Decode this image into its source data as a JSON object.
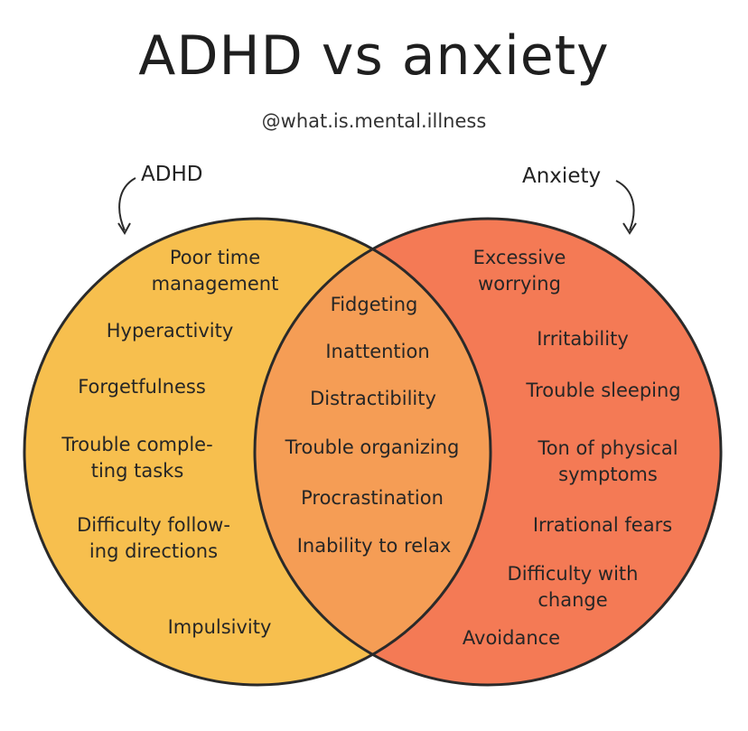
{
  "title": "ADHD vs anxiety",
  "handle": "@what.is.mental.illness",
  "colors": {
    "adhd": "#f7bf4e",
    "anxiety": "#f47a55",
    "overlap": "#f59d55",
    "outline": "#2a2a2a"
  },
  "sets": {
    "adhd": {
      "label": "ADHD",
      "items": [
        "Poor time\nmanagement",
        "Hyperactivity",
        "Forgetfulness",
        "Trouble comple-\nting tasks",
        "Difficulty follow-\ning directions",
        "Impulsivity"
      ]
    },
    "anxiety": {
      "label": "Anxiety",
      "items": [
        "Excessive\nworrying",
        "Irritability",
        "Trouble sleeping",
        "Ton of physical\nsymptoms",
        "Irrational fears",
        "Difficulty with\nchange",
        "Avoidance"
      ]
    },
    "both": {
      "items": [
        "Fidgeting",
        "Inattention",
        "Distractibility",
        "Trouble organizing",
        "Procrastination",
        "Inability to relax"
      ]
    }
  }
}
